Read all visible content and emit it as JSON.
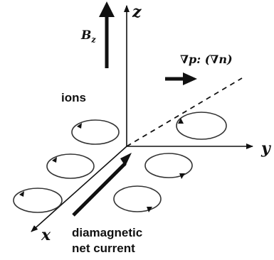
{
  "labels": {
    "axis_z": "z",
    "axis_y": "y",
    "axis_x": "x",
    "field_symbol": "B",
    "field_subscript": "z",
    "gradient": "∇p: (∇n)",
    "species": "ions",
    "current_line1": "diamagnetic",
    "current_line2": "net current"
  },
  "colors": {
    "ink": "#111111",
    "orbit": "#333333",
    "background": "#ffffff"
  }
}
